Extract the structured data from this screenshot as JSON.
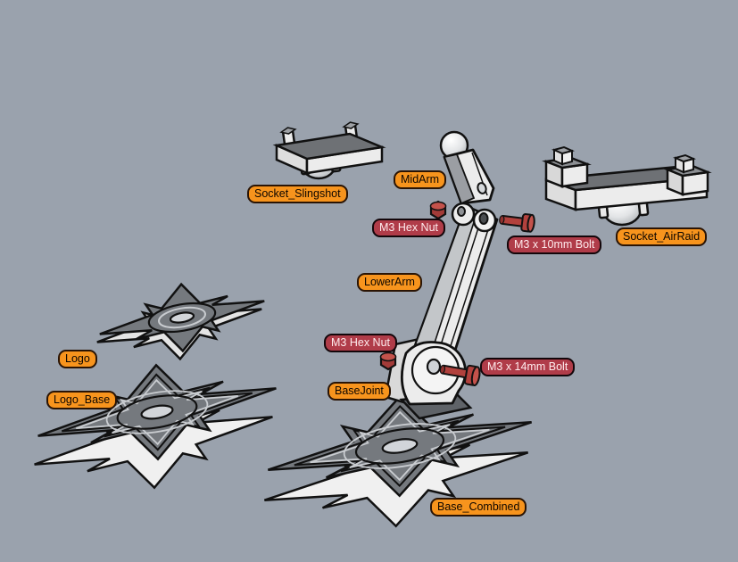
{
  "viewport": {
    "description": "3D CAD exploded-view of robot arm and shuriken base parts",
    "background_color": "#9aa2ad"
  },
  "colors": {
    "label_orange": "#f7941d",
    "label_red": "#b03c49",
    "label_text_dark": "#0d0600",
    "label_text_light": "#ffecee",
    "part_light": "#ececec",
    "part_top_dark": "#75797e",
    "fastener_red": "#b2413d",
    "outline": "#111111"
  },
  "labels": [
    {
      "text": "Socket_Slingshot",
      "style": "orange"
    },
    {
      "text": "MidArm",
      "style": "orange"
    },
    {
      "text": "M3 Hex Nut",
      "style": "red"
    },
    {
      "text": "M3 x 10mm Bolt",
      "style": "red"
    },
    {
      "text": "Socket_AirRaid",
      "style": "orange"
    },
    {
      "text": "LowerArm",
      "style": "orange"
    },
    {
      "text": "M3 Hex Nut",
      "style": "red"
    },
    {
      "text": "M3 x 14mm Bolt",
      "style": "red"
    },
    {
      "text": "BaseJoint",
      "style": "orange"
    },
    {
      "text": "Logo",
      "style": "orange"
    },
    {
      "text": "Logo_Base",
      "style": "orange"
    },
    {
      "text": "Base_Combined",
      "style": "orange"
    }
  ]
}
